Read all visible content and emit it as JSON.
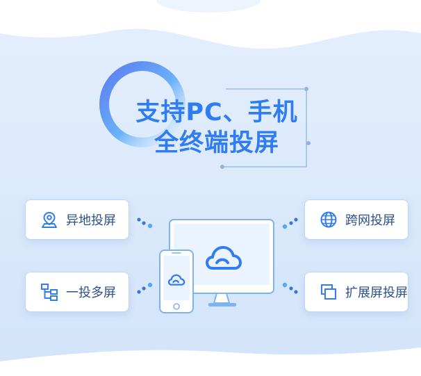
{
  "headline": {
    "line1": "支持PC、手机",
    "line2": "全终端投屏"
  },
  "features": [
    {
      "label": "异地投屏",
      "icon": "location-pin-icon"
    },
    {
      "label": "一投多屏",
      "icon": "hierarchy-icon"
    },
    {
      "label": "跨网投屏",
      "icon": "globe-icon"
    },
    {
      "label": "扩展屏投屏",
      "icon": "windows-icon"
    }
  ],
  "colors": {
    "accent": "#2f7cf3",
    "card_text": "#2b4f8a",
    "background": "#d9e8fb"
  }
}
